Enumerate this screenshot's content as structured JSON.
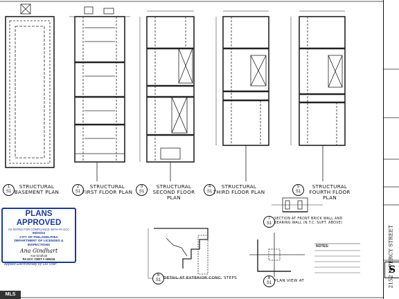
{
  "plans": [
    {
      "id": "basement",
      "number": "1",
      "sheet": "S1",
      "title_line1": "STRUCTURAL",
      "title_line2": "BASEMENT PLAN"
    },
    {
      "id": "first",
      "number": "2",
      "sheet": "S1",
      "title_line1": "STRUCTURAL",
      "title_line2": "FIRST FLOOR PLAN"
    },
    {
      "id": "second",
      "number": "3",
      "sheet": "S1",
      "title_line1": "STRUCTURAL",
      "title_line2": "SECOND FLOOR PLAN"
    },
    {
      "id": "third",
      "number": "4",
      "sheet": "S1",
      "title_line1": "STRUCTURAL",
      "title_line2": "THIRD FLOOR PLAN"
    },
    {
      "id": "fourth",
      "number": "5",
      "sheet": "S1",
      "title_line1": "STRUCTURAL",
      "title_line2": "FOURTH FLOOR PLAN"
    }
  ],
  "details": [
    {
      "id": "detail6",
      "number": "6",
      "sheet": "S1",
      "title": "DETAIL AT EXTERIOR CONC. STEPS"
    },
    {
      "id": "detail7",
      "number": "7",
      "sheet": "S1",
      "title_line1": "SECTION AT FRONT BRICK WALL AND",
      "title_line2": "BEARING WALL (N.T.C. SUPT. ABOVE)"
    },
    {
      "id": "detail8",
      "number": "8",
      "sheet": "S1",
      "title": "PLAN VIEW AT"
    }
  ],
  "notes_label": "NOTES:",
  "stamp": {
    "title": "PLANS APPROVED",
    "subtitle": "AS NOTED FOR COMPLIANCE WITH PA UCC",
    "date": "06/03/22",
    "line1": "CITY OF PHILADELPHIA",
    "line2": "DEPARTMENT OF LICENSES & INSPECTIONS",
    "signature": "Ana Gindhart",
    "name": "Ana Gindhart",
    "cert": "PA UCC CERT # 005216",
    "footer": "Applied Electronically by L&I User:"
  },
  "title_block": {
    "address": "2152 N PERCY STREET",
    "sheet": "S"
  },
  "watermark": "MLS",
  "colors": {
    "stamp_blue": "#1b3b8f",
    "ink": "#111111"
  }
}
